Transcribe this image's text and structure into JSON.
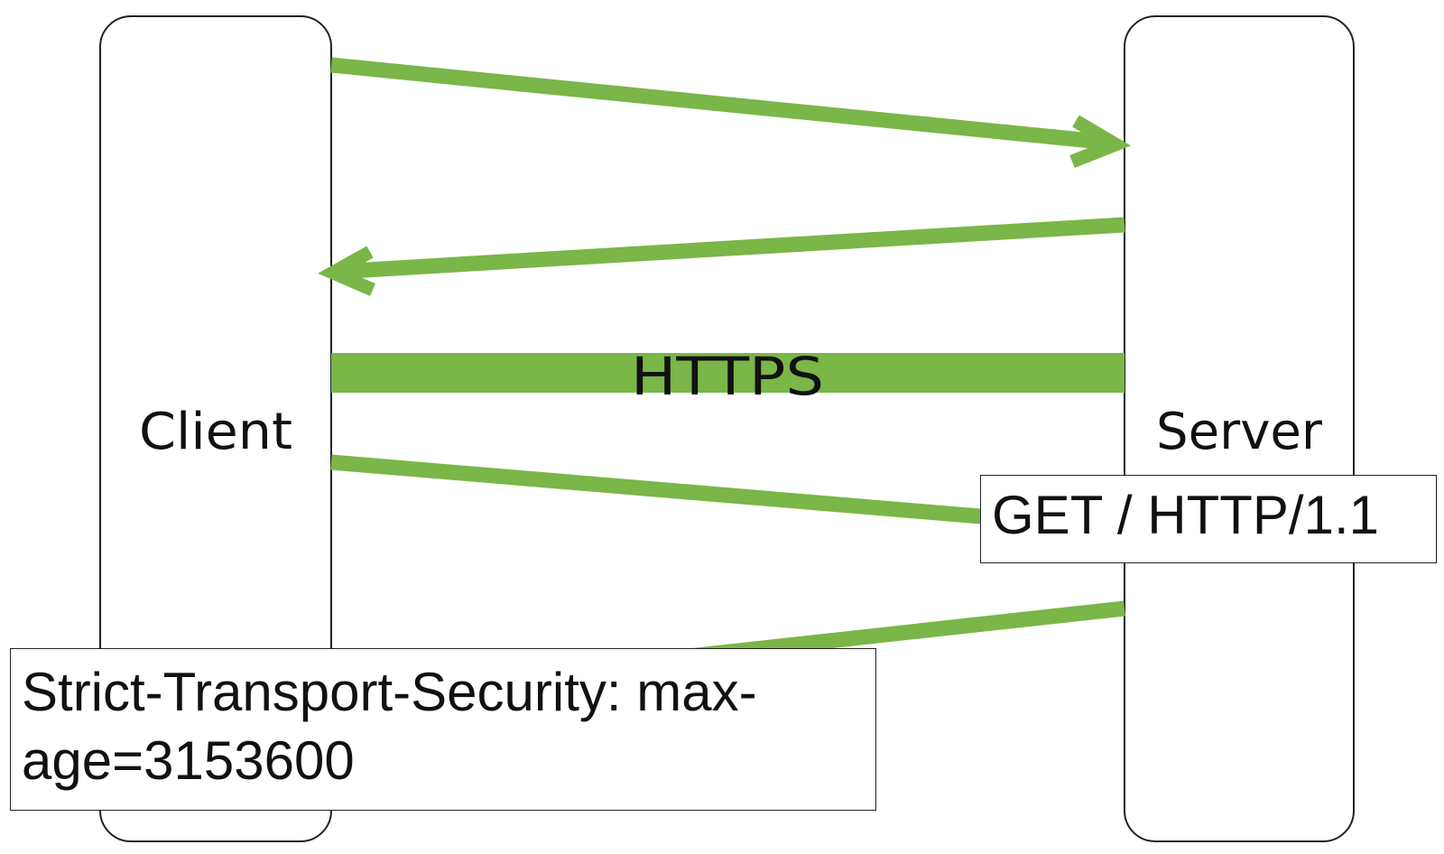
{
  "title": "",
  "colors": {
    "arrow": "#7ab648",
    "outline": "#222222",
    "text": "#111111",
    "background": "#ffffff"
  },
  "nodes": {
    "client": {
      "label": "Client"
    },
    "server": {
      "label": "Server"
    }
  },
  "channel": {
    "label": "HTTPS"
  },
  "messages": {
    "request": {
      "text": "GET / HTTP/1.1"
    },
    "response": {
      "text": "Strict-Transport-Security: max-age=3153600"
    }
  },
  "flows": [
    {
      "id": "client-to-server-1",
      "from": "client",
      "to": "server"
    },
    {
      "id": "server-to-client-1",
      "from": "server",
      "to": "client"
    },
    {
      "id": "https-channel",
      "from": "client",
      "to": "server"
    },
    {
      "id": "client-to-server-request",
      "from": "client",
      "to": "server"
    },
    {
      "id": "server-to-client-response",
      "from": "server",
      "to": "client"
    }
  ]
}
